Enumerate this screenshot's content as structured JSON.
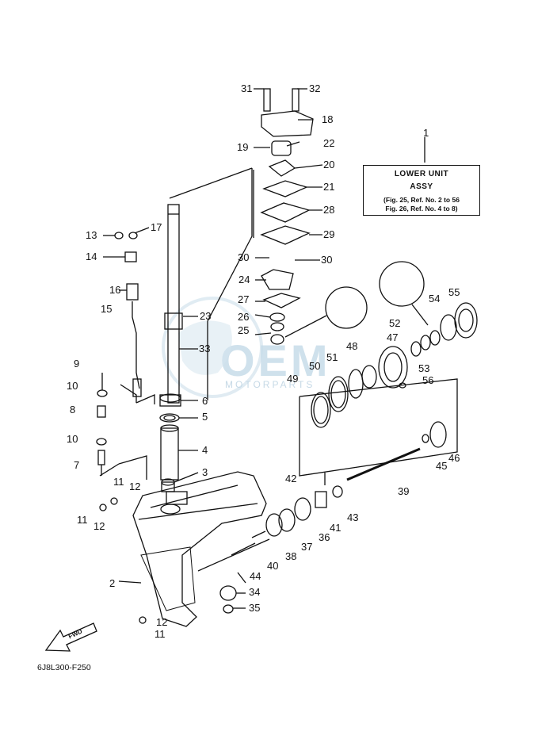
{
  "title_box": {
    "line1": "LOWER UNIT",
    "line2": "ASSY",
    "line3": "(Fig. 25, Ref. No. 2 to 56",
    "line4": "Fig. 26, Ref. No. 4 to 8)"
  },
  "diagram_code": "6J8L300-F250",
  "fwd_label": "FWD",
  "watermark": {
    "brand": "OEM",
    "sub": "MOTORPARTS"
  },
  "callouts": [
    "1",
    "2",
    "3",
    "4",
    "5",
    "6",
    "7",
    "8",
    "9",
    "10",
    "10",
    "11",
    "11",
    "11",
    "12",
    "12",
    "12",
    "13",
    "14",
    "15",
    "16",
    "17",
    "18",
    "19",
    "20",
    "21",
    "22",
    "23",
    "24",
    "25",
    "26",
    "27",
    "28",
    "29",
    "30",
    "30",
    "31",
    "32",
    "33",
    "34",
    "35",
    "36",
    "37",
    "38",
    "39",
    "40",
    "41",
    "42",
    "43",
    "44",
    "45",
    "46",
    "47",
    "48",
    "49",
    "50",
    "51",
    "52",
    "53",
    "54",
    "55",
    "56"
  ]
}
